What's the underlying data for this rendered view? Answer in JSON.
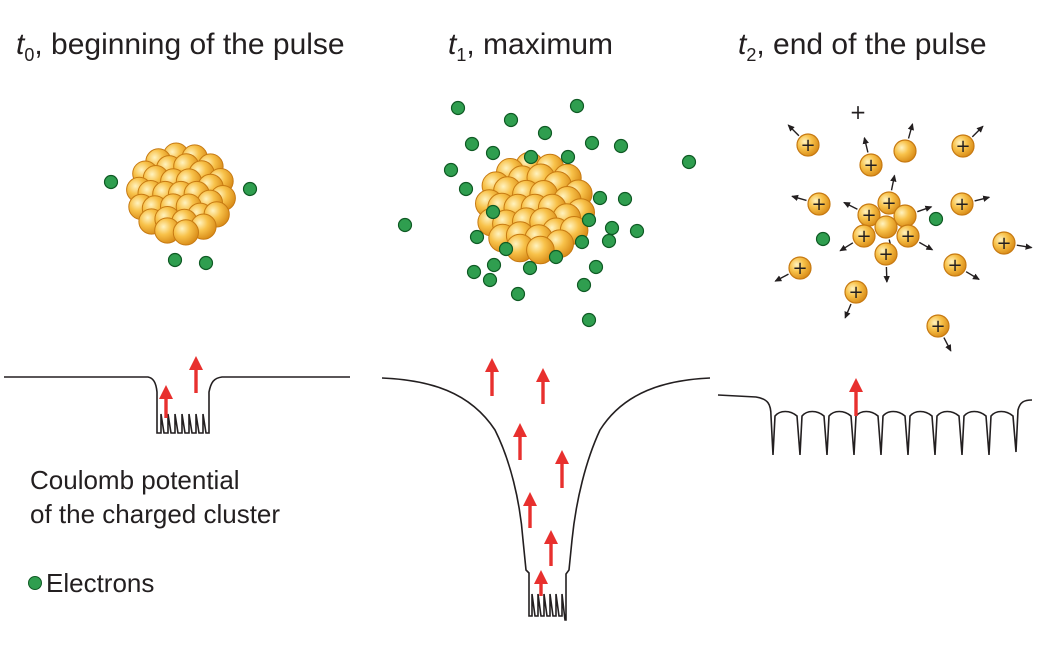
{
  "panels": [
    {
      "symbol": "t",
      "subscript": "0",
      "text": ", beginning of the pulse"
    },
    {
      "symbol": "t",
      "subscript": "1",
      "text": ", maximum"
    },
    {
      "symbol": "t",
      "subscript": "2",
      "text": ", end of the pulse"
    }
  ],
  "legend": {
    "potential_line1": "Coulomb potential",
    "potential_line2": "of the charged cluster",
    "electrons": "Electrons"
  },
  "ion_symbol": "+",
  "colors": {
    "electron_fill": "#2f9e4f",
    "electron_stroke": "#0f5a24",
    "ion_fill": "#f5b335",
    "ion_stroke": "#c77a12",
    "arrow_red": "#e8302e",
    "potential_line": "#231f20"
  }
}
